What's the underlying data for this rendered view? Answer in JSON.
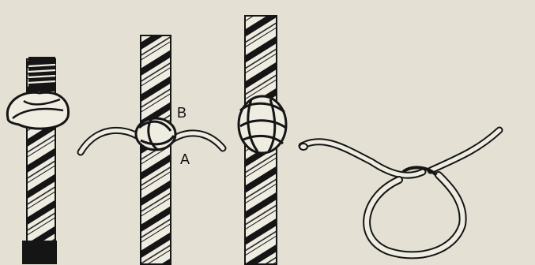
{
  "figure": {
    "background": "#e4e1d4",
    "ink": "#141414",
    "labels": {
      "b": "B",
      "a": "A"
    },
    "panels": [
      {
        "id": "fig1",
        "icon": "rope-whipping-knot-icon"
      },
      {
        "id": "fig2",
        "icon": "rope-knot-with-ends-icon"
      },
      {
        "id": "fig3",
        "icon": "rope-finished-knot-icon"
      },
      {
        "id": "fig4",
        "icon": "loop-of-cord-icon"
      }
    ]
  }
}
